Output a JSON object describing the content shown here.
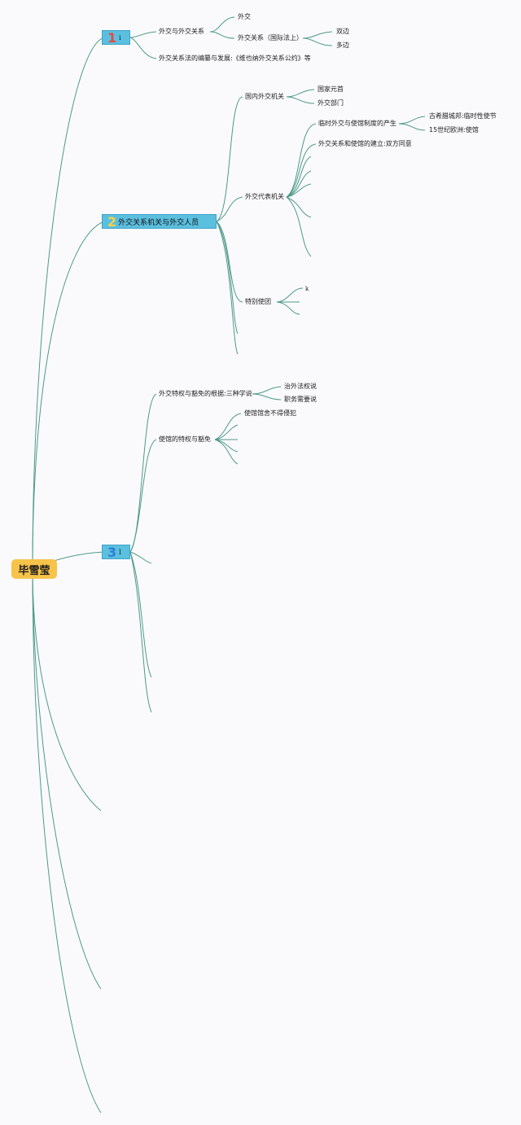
{
  "root": {
    "label": "毕雪莹"
  },
  "branch1": {
    "number": "1",
    "number_color": "#e8493f",
    "suffix": "i",
    "topics": {
      "diplomacy": "外交与外交关系",
      "diplomacy_item": "外交",
      "relations": "外交关系（国际法上）",
      "bilateral": "双边",
      "multilateral": "多边",
      "codification": "外交关系法的编纂与发展:《维也纳外交关系公约》等"
    }
  },
  "branch2": {
    "number": "2",
    "number_color": "#f5d342",
    "label": "外交关系机关与外交人员",
    "topics": {
      "domestic": "国内外交机关",
      "head_of_state": "国家元首",
      "ministry": "外交部门",
      "representative": "外交代表机关",
      "temporary": "临时外交与使馆制度的产生",
      "ancient_greece": "古希腊城邦:临时性使节",
      "europe_15c": "15世纪欧洲:使馆",
      "establishment": "外交关系和使馆的建立:双方同意",
      "special_mission": "特别使团",
      "k": "k"
    }
  },
  "branch3": {
    "number": "3",
    "number_color": "#2f7fd0",
    "suffix": "l",
    "topics": {
      "basis": "外交特权与豁免的根据:三种学说",
      "extraterritoriality": "治外法权说",
      "functional": "职务需要说",
      "mission_privileges": "使馆的特权与豁免",
      "inviolability": "使馆馆舍不得侵犯"
    }
  },
  "colors": {
    "line": "#4e9a86",
    "root_bg": "#f7c34a",
    "box_bg": "#5bbfe0"
  }
}
